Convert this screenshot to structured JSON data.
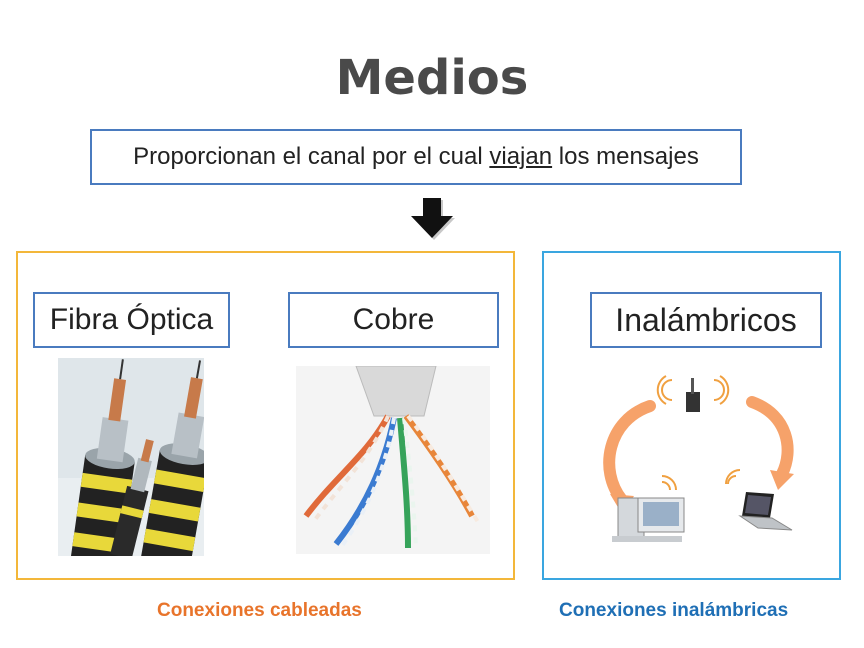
{
  "title": "Medios",
  "subtitle": {
    "before": "Proporcionan el canal por el cual ",
    "underlined": "viajan",
    "after": " los mensajes"
  },
  "wired": {
    "items": [
      {
        "label": "Fibra Óptica",
        "image": "fiber-optic-cable-image"
      },
      {
        "label": "Cobre",
        "image": "copper-twisted-pair-image"
      }
    ],
    "caption": "Conexiones cableadas"
  },
  "wireless": {
    "label": "Inalámbricos",
    "image": "wireless-network-illustration",
    "caption": "Conexiones inalámbricas"
  },
  "colors": {
    "title": "#4a4a4a",
    "box_border": "#4a7bbf",
    "wired_border": "#f3b73a",
    "wireless_border": "#3aa6e0",
    "wired_caption": "#e8742b",
    "wireless_caption": "#1f6fb5"
  }
}
